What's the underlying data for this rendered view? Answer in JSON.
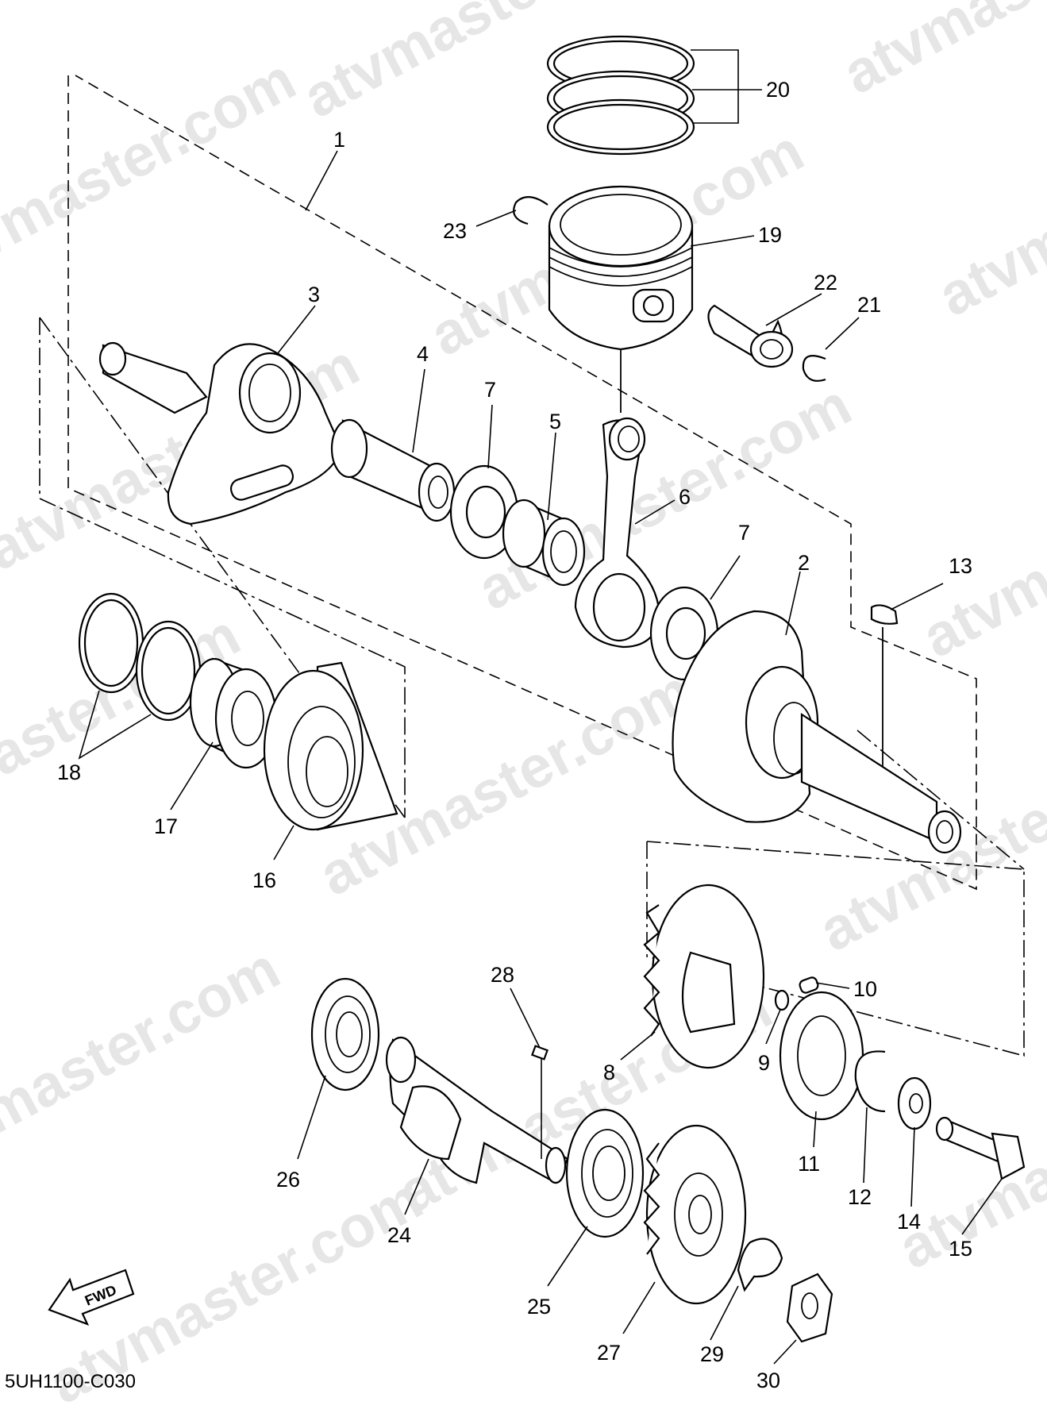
{
  "diagram": {
    "code": "5UH1100-C030",
    "fwd_label": "FWD",
    "watermark": "atvmaster.com",
    "callouts": [
      {
        "id": "c1",
        "label": "1"
      },
      {
        "id": "c2",
        "label": "2"
      },
      {
        "id": "c3",
        "label": "3"
      },
      {
        "id": "c4",
        "label": "4"
      },
      {
        "id": "c5",
        "label": "5"
      },
      {
        "id": "c6",
        "label": "6"
      },
      {
        "id": "c7a",
        "label": "7"
      },
      {
        "id": "c7b",
        "label": "7"
      },
      {
        "id": "c8",
        "label": "8"
      },
      {
        "id": "c9",
        "label": "9"
      },
      {
        "id": "c10",
        "label": "10"
      },
      {
        "id": "c11",
        "label": "11"
      },
      {
        "id": "c12",
        "label": "12"
      },
      {
        "id": "c13",
        "label": "13"
      },
      {
        "id": "c14",
        "label": "14"
      },
      {
        "id": "c15",
        "label": "15"
      },
      {
        "id": "c16",
        "label": "16"
      },
      {
        "id": "c17",
        "label": "17"
      },
      {
        "id": "c18",
        "label": "18"
      },
      {
        "id": "c19",
        "label": "19"
      },
      {
        "id": "c20",
        "label": "20"
      },
      {
        "id": "c21",
        "label": "21"
      },
      {
        "id": "c22",
        "label": "22"
      },
      {
        "id": "c23",
        "label": "23"
      },
      {
        "id": "c24",
        "label": "24"
      },
      {
        "id": "c25",
        "label": "25"
      },
      {
        "id": "c26",
        "label": "26"
      },
      {
        "id": "c27",
        "label": "27"
      },
      {
        "id": "c28",
        "label": "28"
      },
      {
        "id": "c29",
        "label": "29"
      },
      {
        "id": "c30",
        "label": "30"
      }
    ]
  }
}
